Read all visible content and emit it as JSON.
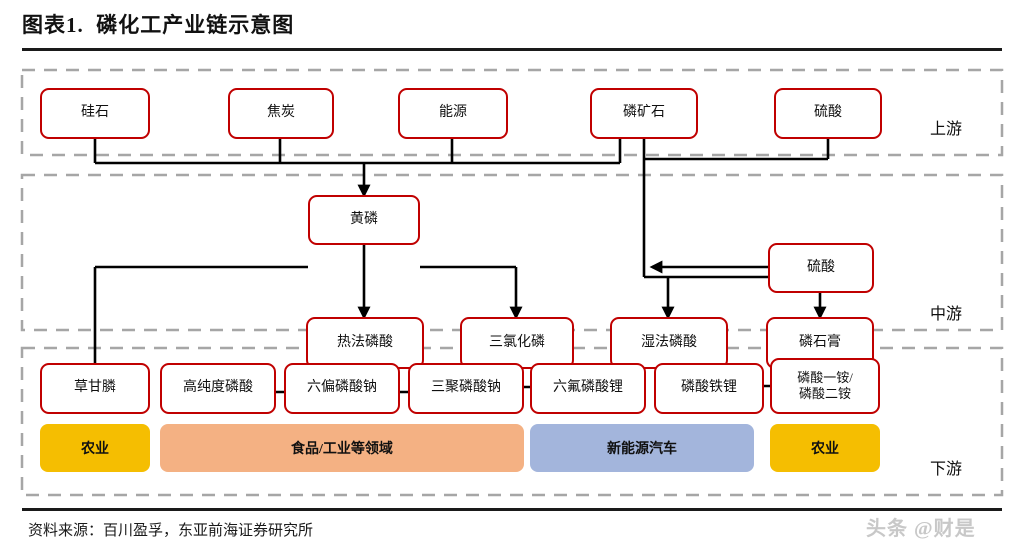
{
  "header": {
    "title": "图表1.  磷化工产业链示意图"
  },
  "footer": {
    "source": "资料来源：百川盈孚，东亚前海证券研究所",
    "watermark": "头条 @财是"
  },
  "colors": {
    "node_border": "#C00000",
    "node_fill": "#FFFFFF",
    "connector": "#000000",
    "tier_divider": "#A6A6A6",
    "bar_agriculture": "#F5BE01",
    "bar_food_industry": "#F4B183",
    "bar_nev": "#A3B5DC",
    "rule": "#1A1A1A"
  },
  "tiers": [
    {
      "id": "upstream",
      "label": "上游"
    },
    {
      "id": "midstream",
      "label": "中游"
    },
    {
      "id": "downstream",
      "label": "下游"
    }
  ],
  "nodes": {
    "upstream": [
      {
        "id": "u-guishi",
        "label": "硅石"
      },
      {
        "id": "u-jiaotan",
        "label": "焦炭"
      },
      {
        "id": "u-nengyuan",
        "label": "能源"
      },
      {
        "id": "u-linkuangshi",
        "label": "磷矿石"
      },
      {
        "id": "u-liusuan",
        "label": "硫酸"
      }
    ],
    "midstream": [
      {
        "id": "m-huanglin",
        "label": "黄磷"
      },
      {
        "id": "m-liusuan",
        "label": "硫酸"
      },
      {
        "id": "m-refa",
        "label": "热法磷酸"
      },
      {
        "id": "m-sanlvhualin",
        "label": "三氯化磷"
      },
      {
        "id": "m-shifa",
        "label": "湿法磷酸"
      },
      {
        "id": "m-linshigao",
        "label": "磷石膏"
      }
    ],
    "downstream": [
      {
        "id": "d-caoganlin",
        "label": "草甘膦"
      },
      {
        "id": "d-gaochundu",
        "label": "高纯度磷酸"
      },
      {
        "id": "d-liupian",
        "label": "六偏磷酸钠"
      },
      {
        "id": "d-sanju",
        "label": "三聚磷酸钠"
      },
      {
        "id": "d-liufu",
        "label": "六氟磷酸锂"
      },
      {
        "id": "d-lsttl",
        "label": "磷酸铁锂"
      },
      {
        "id": "d-lsyaeA",
        "label": "磷酸一铵/\n磷酸二铵"
      }
    ]
  },
  "application_bars": [
    {
      "id": "bar-agri-left",
      "label": "农业",
      "color": "#F5BE01"
    },
    {
      "id": "bar-food",
      "label": "食品/工业等领域",
      "color": "#F4B183"
    },
    {
      "id": "bar-nev",
      "label": "新能源汽车",
      "color": "#A3B5DC"
    },
    {
      "id": "bar-agri-right",
      "label": "农业",
      "color": "#F5BE01"
    }
  ]
}
